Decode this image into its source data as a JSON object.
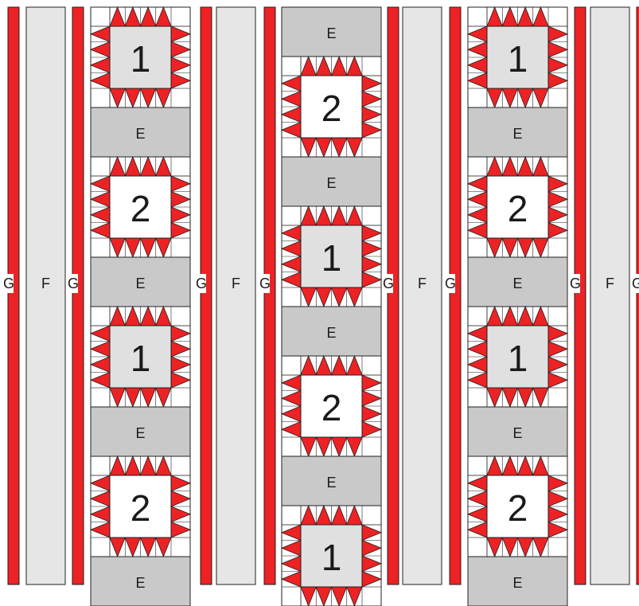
{
  "colors": {
    "red": "#ed2224",
    "outline": "#231f20",
    "white": "#ffffff",
    "block_center_light": "#e0e0e0",
    "sashing_e": "#c9c9c9",
    "strip_f": "#e6e6e6"
  },
  "strip_labels": {
    "g": "G",
    "f": "F"
  },
  "columns": [
    {
      "id": "col-1",
      "rows": [
        {
          "kind": "block",
          "label": "1",
          "variant": "light"
        },
        {
          "kind": "sashing",
          "label": "E"
        },
        {
          "kind": "block",
          "label": "2",
          "variant": "white"
        },
        {
          "kind": "sashing",
          "label": "E"
        },
        {
          "kind": "block",
          "label": "1",
          "variant": "light"
        },
        {
          "kind": "sashing",
          "label": "E"
        },
        {
          "kind": "block",
          "label": "2",
          "variant": "white"
        },
        {
          "kind": "sashing",
          "label": "E"
        }
      ]
    },
    {
      "id": "col-2",
      "rows": [
        {
          "kind": "sashing",
          "label": "E"
        },
        {
          "kind": "block",
          "label": "2",
          "variant": "white"
        },
        {
          "kind": "sashing",
          "label": "E"
        },
        {
          "kind": "block",
          "label": "1",
          "variant": "light"
        },
        {
          "kind": "sashing",
          "label": "E"
        },
        {
          "kind": "block",
          "label": "2",
          "variant": "white"
        },
        {
          "kind": "sashing",
          "label": "E"
        },
        {
          "kind": "block",
          "label": "1",
          "variant": "light"
        }
      ]
    },
    {
      "id": "col-3",
      "rows": [
        {
          "kind": "block",
          "label": "1",
          "variant": "light"
        },
        {
          "kind": "sashing",
          "label": "E"
        },
        {
          "kind": "block",
          "label": "2",
          "variant": "white"
        },
        {
          "kind": "sashing",
          "label": "E"
        },
        {
          "kind": "block",
          "label": "1",
          "variant": "light"
        },
        {
          "kind": "sashing",
          "label": "E"
        },
        {
          "kind": "block",
          "label": "2",
          "variant": "white"
        },
        {
          "kind": "sashing",
          "label": "E"
        }
      ]
    }
  ]
}
